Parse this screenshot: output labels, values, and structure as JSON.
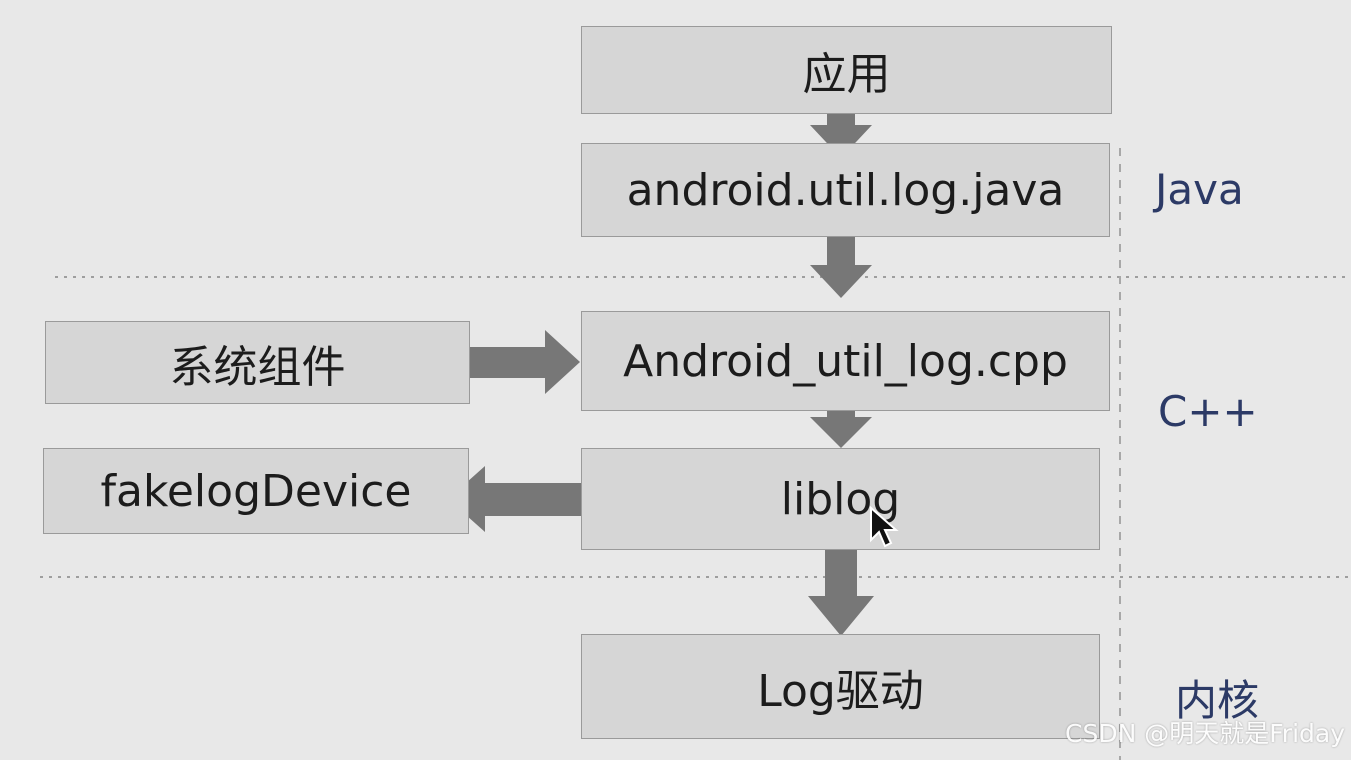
{
  "diagram": {
    "boxes": {
      "app": "应用",
      "java_log": "android.util.log.java",
      "system_components": "系统组件",
      "cpp_log": "Android_util_log.cpp",
      "fakelog_device": "fakelogDevice",
      "liblog": "liblog",
      "log_driver": "Log驱动"
    },
    "layers": {
      "java": "Java",
      "cpp": "C++",
      "kernel": "内核"
    }
  },
  "watermark": "CSDN @明天就是Friday",
  "colors": {
    "background": "#e8e8e8",
    "box_fill": "#d6d6d6",
    "arrow": "#777777",
    "layer_label": "#2c3a66"
  }
}
